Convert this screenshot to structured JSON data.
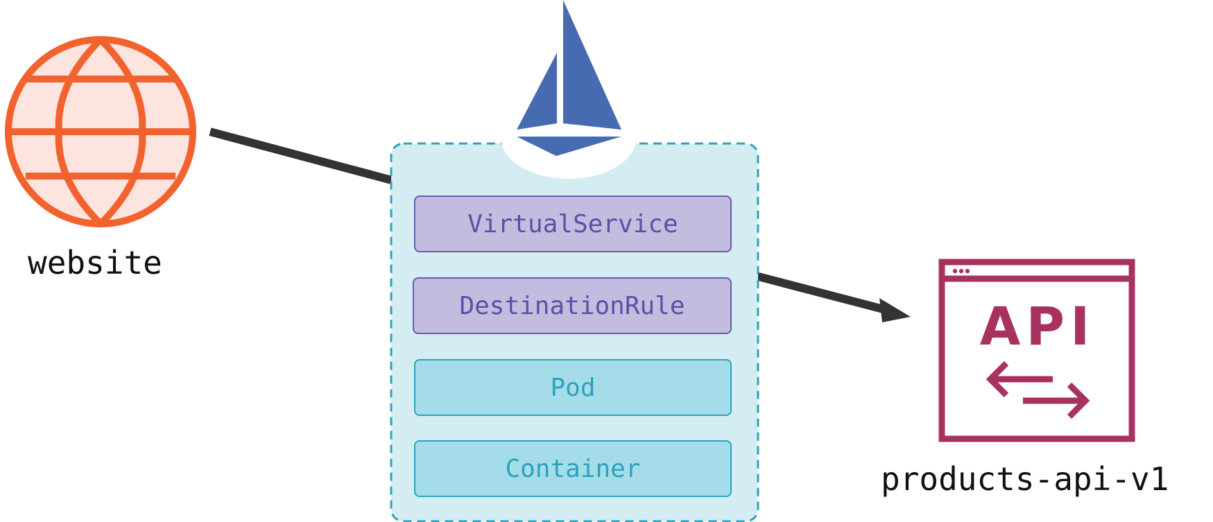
{
  "nodes": {
    "website": {
      "label": "website",
      "icon": "globe-icon"
    },
    "api": {
      "label": "products-api-v1",
      "icon": "api-window-icon",
      "icon_text": "API"
    },
    "mesh": {
      "icon": "istio-sail-icon"
    }
  },
  "resources": [
    {
      "label": "VirtualService"
    },
    {
      "label": "DestinationRule"
    },
    {
      "label": "Pod"
    },
    {
      "label": "Container"
    }
  ],
  "colors": {
    "globe": "#f2622e",
    "globe_fill": "#fde4de",
    "api": "#a8325f",
    "istio": "#466bb0",
    "container_bg": "#d3edf3",
    "container_border": "#2ba3bd",
    "arrow": "#333333"
  }
}
